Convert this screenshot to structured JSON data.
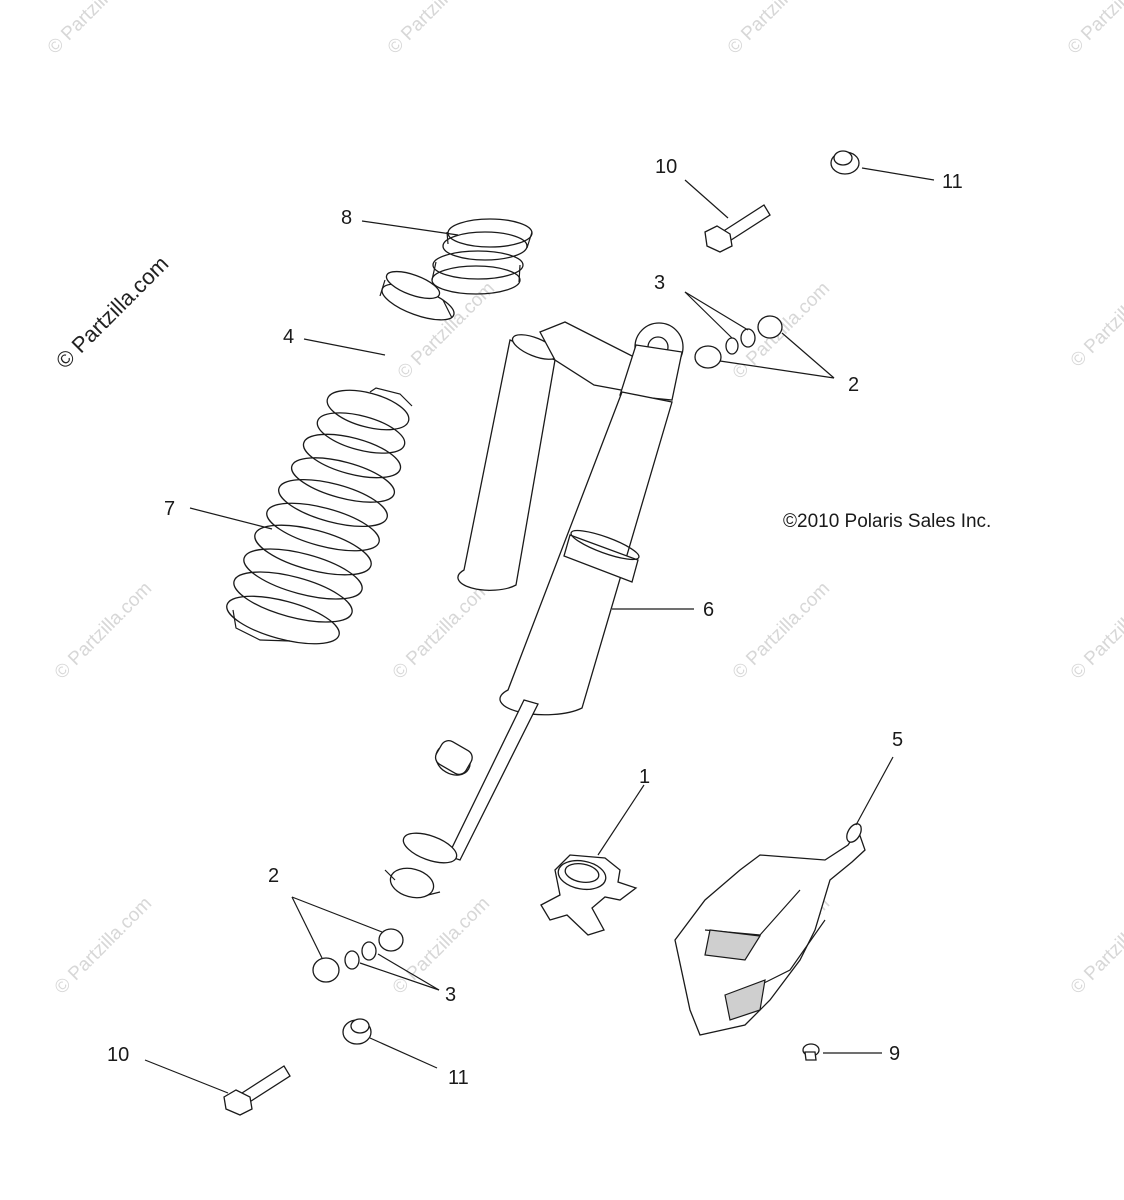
{
  "watermark": {
    "text": "© Partzilla.com",
    "main_text": "© Partzilla.com"
  },
  "copyright": "©2010 Polaris Sales Inc.",
  "callouts": {
    "c1": "1",
    "c2_top": "2",
    "c2_bottom": "2",
    "c3_top": "3",
    "c3_bottom": "3",
    "c4": "4",
    "c5": "5",
    "c6": "6",
    "c7": "7",
    "c8": "8",
    "c9": "9",
    "c10_top": "10",
    "c10_bottom": "10",
    "c11_top": "11",
    "c11_bottom": "11"
  },
  "colors": {
    "line": "#1a1a1a",
    "watermark": "#d7d7d7",
    "background": "#ffffff"
  }
}
